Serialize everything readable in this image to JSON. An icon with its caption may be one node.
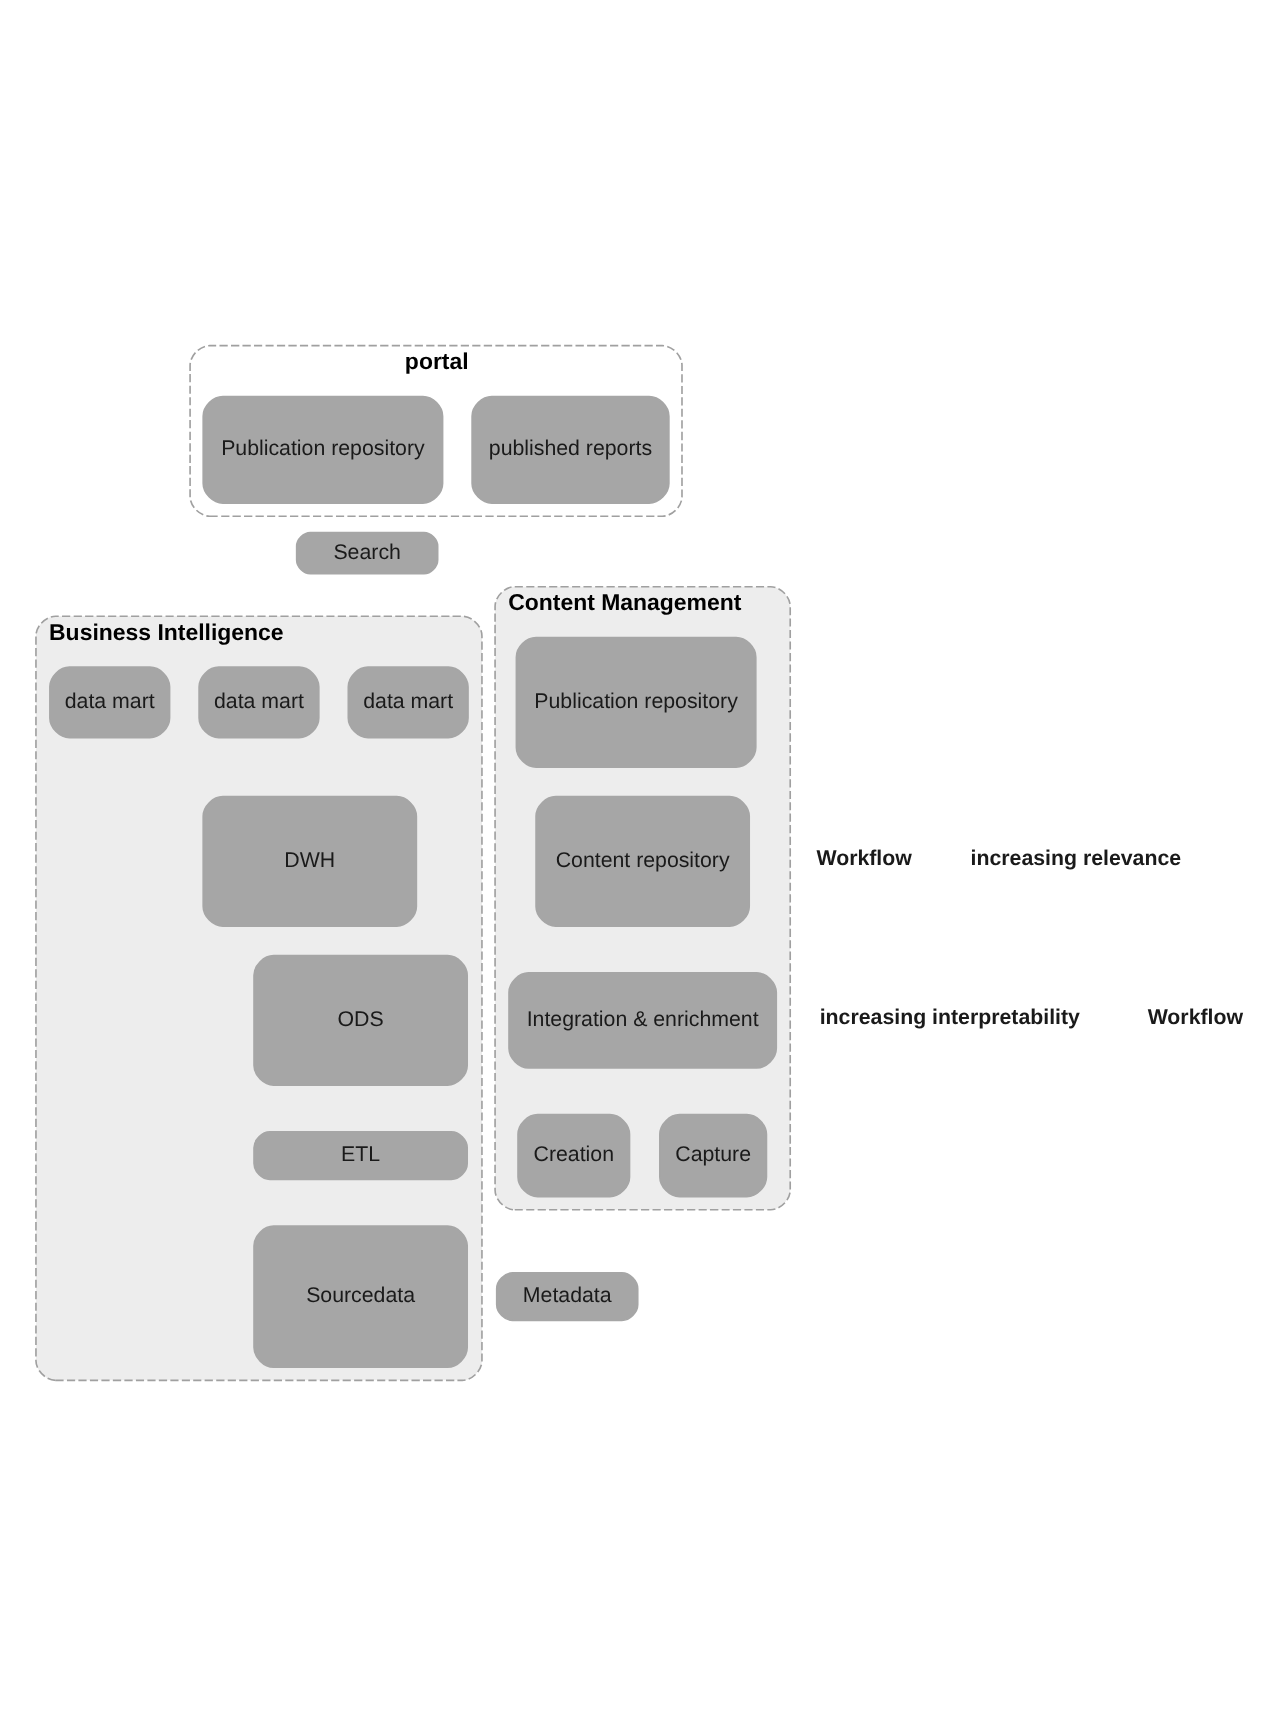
{
  "diagram": {
    "nodes": [
      {
        "text": [
          "portal"
        ]
      },
      {
        "text": [
          "published reports"
        ],
        "in": 0
      },
      {
        "text": [
          "Publication repository"
        ],
        "in": 0
      },
      {
        "text": [
          "Search"
        ]
      },
      {
        "text": [
          "Business Intelligence"
        ]
      },
      {
        "text": [
          "data mart"
        ],
        "in": 4
      },
      {
        "text": [
          "data mart"
        ],
        "in": 4
      },
      {
        "text": [
          "data mart"
        ],
        "in": 4
      },
      {
        "text": [
          "DWH"
        ],
        "in": 4
      },
      {
        "text": [
          "ODS"
        ],
        "in": 4
      },
      {
        "text": [
          "ETL"
        ],
        "in": 4
      },
      {
        "text": [
          "Sourcedata"
        ],
        "in": 4
      },
      {
        "text": [
          "Metadata"
        ]
      },
      {
        "text": [
          "Content Management"
        ]
      },
      {
        "text": [
          "Publication repository"
        ],
        "in": 13
      },
      {
        "text": [
          "Content repository"
        ],
        "in": 13
      },
      {
        "text": [
          "Integration & enrichment"
        ],
        "in": 13
      },
      {
        "text": [
          "Creation"
        ],
        "in": 13
      },
      {
        "text": [
          "Capture"
        ],
        "in": 13
      }
    ],
    "edges": [],
    "labels": [
      "increasing interpretability",
      "Workflow",
      "Workflow",
      "increasing relevance"
    ]
  }
}
